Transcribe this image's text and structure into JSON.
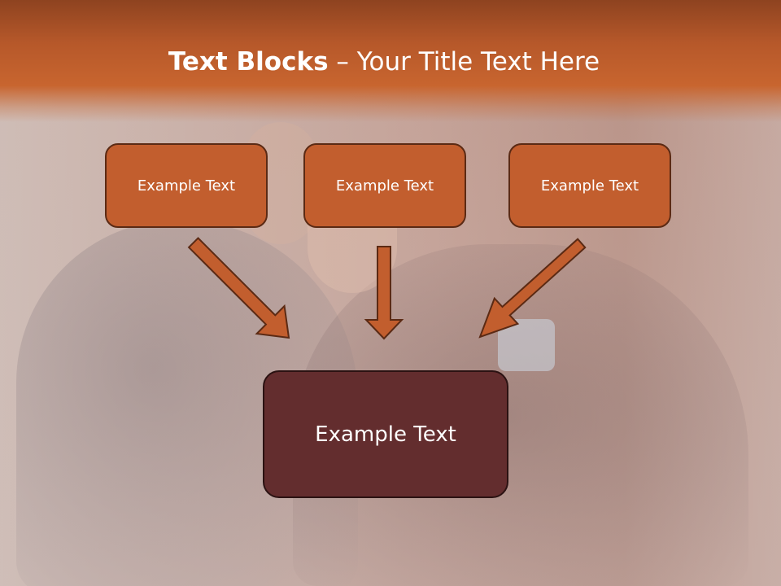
{
  "title": {
    "bold_part": "Text Blocks",
    "separator": " – ",
    "rest": "Your Title Text Here"
  },
  "blocks": {
    "top": [
      "Example Text",
      "Example Text",
      "Example Text"
    ],
    "bottom": "Example Text"
  },
  "colors": {
    "title_band": "#c8652f",
    "top_box_fill": "#c25e2e",
    "top_box_border": "#5b2a14",
    "bottom_box_fill": "#632d2e",
    "arrow_fill": "#c25e2e",
    "text": "#ffffff"
  }
}
